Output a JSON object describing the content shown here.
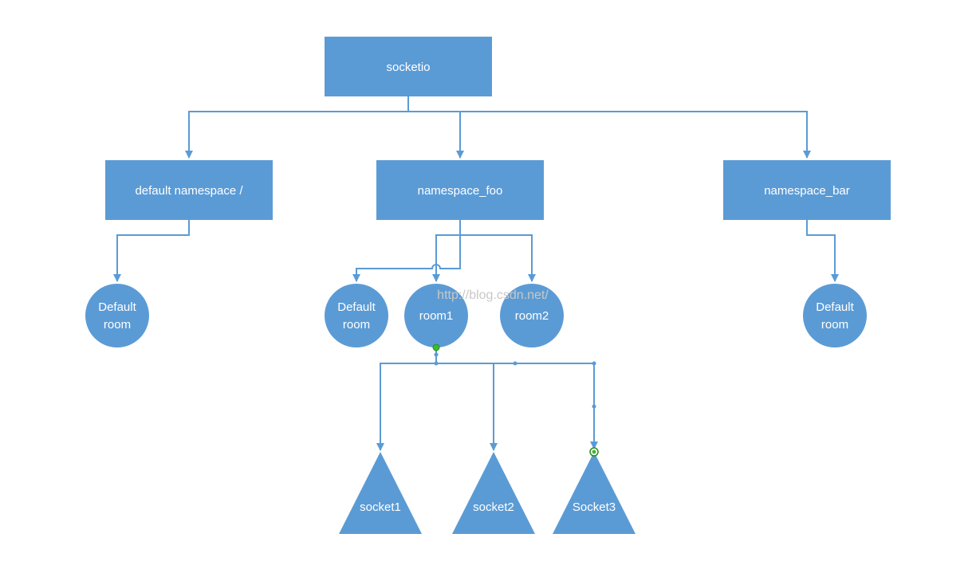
{
  "colors": {
    "shape": "#5b9bd5",
    "text": "#ffffff",
    "selection_handle": "#3dbb2f"
  },
  "nodes": {
    "root": {
      "label": "socketio"
    },
    "ns_default": {
      "label": "default namespace /"
    },
    "ns_foo": {
      "label": "namespace_foo"
    },
    "ns_bar": {
      "label": "namespace_bar"
    },
    "room_default_ns": {
      "label": [
        "Default",
        "room"
      ]
    },
    "room_default_foo": {
      "label": [
        "Default",
        "room"
      ]
    },
    "room1": {
      "label": "room1"
    },
    "room2": {
      "label": "room2"
    },
    "room_default_bar": {
      "label": [
        "Default",
        "room"
      ]
    },
    "socket1": {
      "label": "socket1"
    },
    "socket2": {
      "label": "socket2"
    },
    "socket3": {
      "label": "Socket3"
    }
  },
  "watermark": "http://blog.csdn.net/"
}
